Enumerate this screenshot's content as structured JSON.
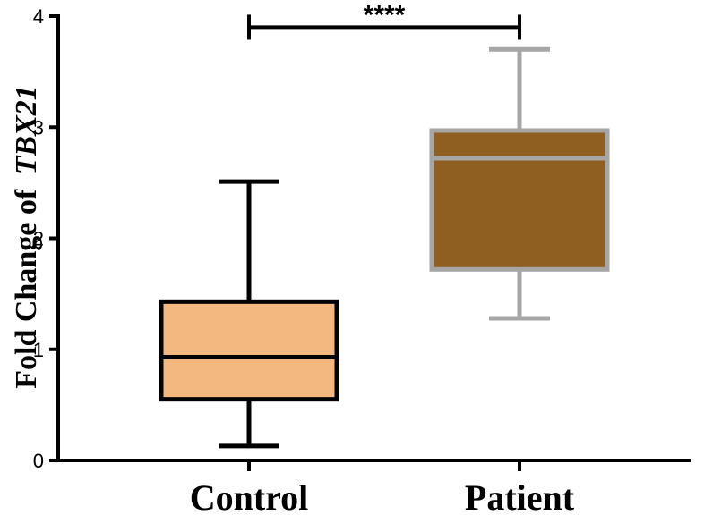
{
  "chart_data": {
    "type": "boxplot",
    "title": "",
    "ylabel": "Fold Change of",
    "ylabel_gene": "TBX21",
    "xlabel": "",
    "ylim": [
      0,
      4
    ],
    "yticks": [
      "0",
      "1",
      "2",
      "3",
      "4"
    ],
    "categories": [
      "Control",
      "Patient"
    ],
    "boxes": [
      {
        "category": "Control",
        "min": 0.13,
        "q1": 0.55,
        "median": 0.93,
        "q3": 1.43,
        "max": 2.51,
        "fill": "#f2b880",
        "stroke": "#000000"
      },
      {
        "category": "Patient",
        "min": 1.28,
        "q1": 1.72,
        "median": 2.72,
        "q3": 2.97,
        "max": 3.7,
        "fill": "#8e5f20",
        "stroke": "#a6a6a6"
      }
    ],
    "significance": {
      "from": "Control",
      "to": "Patient",
      "label": "****",
      "y": 3.9
    },
    "grid": false,
    "legend": "none"
  }
}
